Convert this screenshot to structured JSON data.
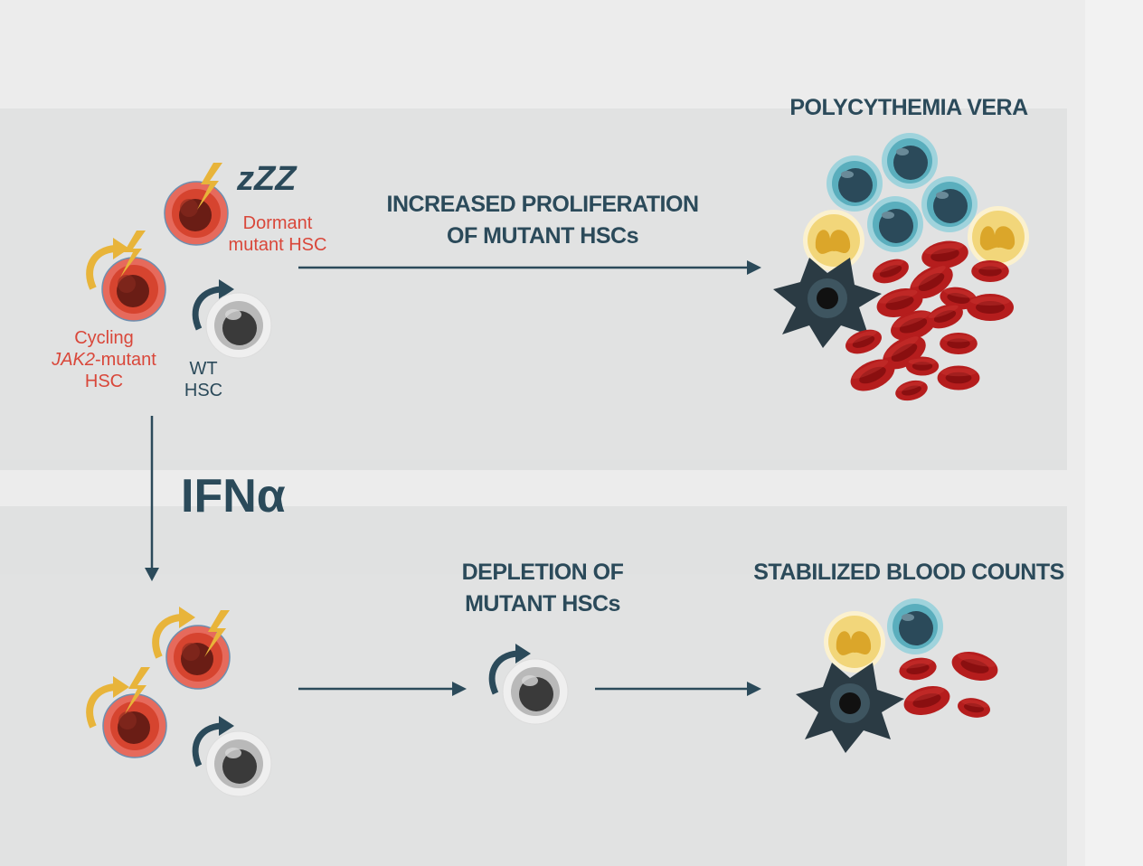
{
  "labels": {
    "dormant_line1": "Dormant",
    "dormant_line2": "mutant HSC",
    "cycling_line1": "Cycling",
    "cycling_gene": "JAK2",
    "cycling_suffix": "-mutant",
    "cycling_line3": "HSC",
    "wt_line1": "WT",
    "wt_line2": "HSC",
    "zzz": "zZZ"
  },
  "headings": {
    "proliferation_line1": "INCREASED PROLIFERATION",
    "proliferation_line2": "OF MUTANT HSCs",
    "polycythemia": "POLYCYTHEMIA VERA",
    "treatment": "IFNα",
    "depletion_line1": "DEPLETION OF",
    "depletion_line2": "MUTANT HSCs",
    "stabilized": "STABILIZED BLOOD COUNTS"
  },
  "colors": {
    "text_dark": "#2b4a5a",
    "text_red": "#d9473a",
    "bolt": "#e8b43a",
    "rbc": "#b01e1e",
    "background": "#ececec"
  }
}
